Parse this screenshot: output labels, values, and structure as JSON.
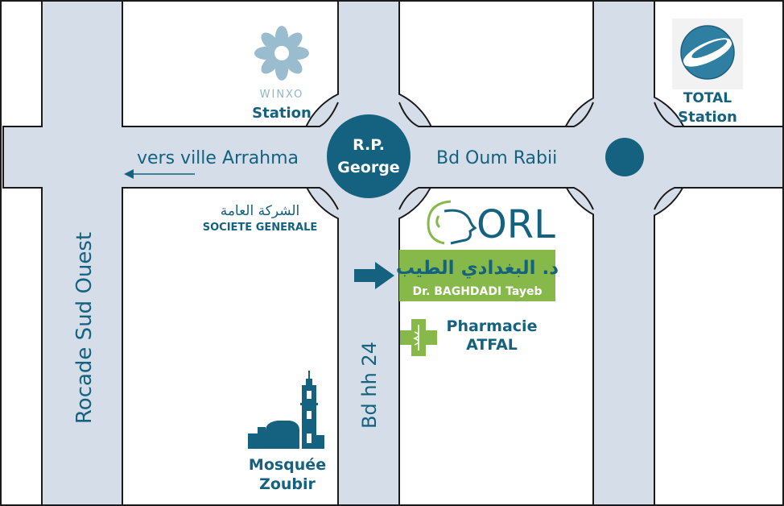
{
  "colors": {
    "road": "#d5dde8",
    "road_outline": "#1a1a1a",
    "accent": "#14627f",
    "green": "#86b84a",
    "white": "#ffffff"
  },
  "roads": {
    "horizontal_main": "vers ville Arrahma",
    "horizontal_main_east": "Bd Oum Rabii",
    "vertical_west": "Rocade Sud Ouest",
    "vertical_center": "Bd  hh 24"
  },
  "roundabout": {
    "line1": "R.P.",
    "line2": "George"
  },
  "landmarks": {
    "winxo": {
      "brand": "WINXO",
      "label": "Station",
      "icon": "flower-logo-icon"
    },
    "total": {
      "brand": "TOTAL",
      "label": "Station",
      "icon": "total-globe-icon"
    },
    "societe_generale": {
      "arabic": "الشركة العامة",
      "latin": "SOCIETE GENERALE"
    },
    "orl": {
      "text": "ORL",
      "icon": "head-profile-icon"
    },
    "doctor": {
      "arabic": "د. البغدادي الطيب",
      "latin": "Dr. BAGHDADI Tayeb",
      "icon": "arrow-right-icon"
    },
    "pharmacie": {
      "line1": "Pharmacie",
      "line2": "ATFAL",
      "icon": "pharmacy-cross-icon"
    },
    "mosquee": {
      "line1": "Mosquée",
      "line2": "Zoubir",
      "icon": "mosque-icon"
    }
  }
}
